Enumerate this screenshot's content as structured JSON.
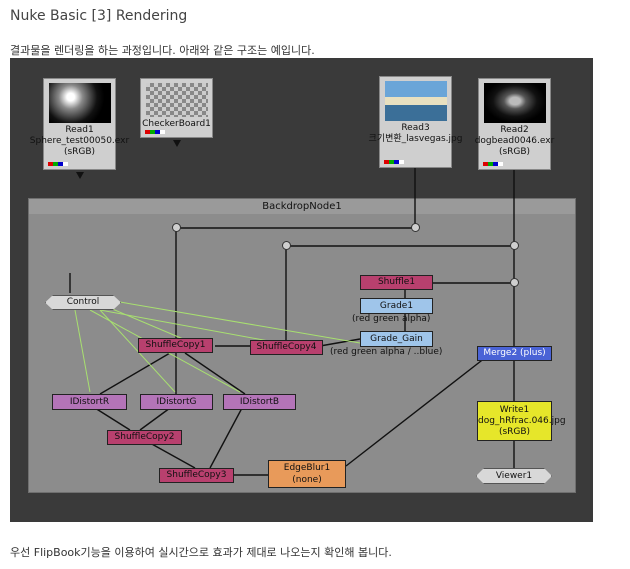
{
  "page": {
    "title": "Nuke Basic [3] Rendering",
    "intro": "결과물을 렌더링을 하는 과정입니다. 아래와 같은 구조는 예입니다.",
    "outro": "우선 FlipBook기능을 이용하여 실시간으로 효과가 제대로 나오는지 확인해 봅니다."
  },
  "nodes": {
    "read1": {
      "label": "Read1",
      "sub1": "Sphere_test00050.exr",
      "sub2": "(sRGB)"
    },
    "checker": {
      "label": "CheckerBoard1"
    },
    "read3": {
      "label": "Read3",
      "sub1": "크기변환_lasvegas.jpg"
    },
    "read2": {
      "label": "Read2",
      "sub1": "dogbead0046.exr",
      "sub2": "(sRGB)"
    },
    "backdrop": {
      "label": "BackdropNode1"
    },
    "control": {
      "label": "Control"
    },
    "shuffle1": {
      "label": "Shuffle1"
    },
    "grade1": {
      "label": "Grade1",
      "sub": "(red green alpha)"
    },
    "grade_gain": {
      "label": "Grade_Gain",
      "sub": "(red green alpha / ..blue)"
    },
    "shufflecopy1": {
      "label": "ShuffleCopy1"
    },
    "shufflecopy4": {
      "label": "ShuffleCopy4"
    },
    "merge2": {
      "label": "Merge2 (plus)"
    },
    "idistortr": {
      "label": "IDistortR"
    },
    "idistortg": {
      "label": "IDistortG"
    },
    "idistortb": {
      "label": "IDistortB"
    },
    "shufflecopy2": {
      "label": "ShuffleCopy2"
    },
    "shufflecopy3": {
      "label": "ShuffleCopy3"
    },
    "edgeblur1": {
      "label": "EdgeBlur1",
      "sub": "(none)"
    },
    "write1": {
      "label": "Write1",
      "sub1": "dog_hRfrac.046.jpg",
      "sub2": "(sRGB)"
    },
    "viewer1": {
      "label": "Viewer1"
    }
  },
  "colors": {
    "shuffle": "#b8406e",
    "idistort": "#b474b8",
    "grade": "#9fc5ea",
    "merge": "#4a63d6",
    "write": "#e6e62a",
    "edgeblur": "#e89a5a",
    "expression_link": "#a8e070"
  }
}
